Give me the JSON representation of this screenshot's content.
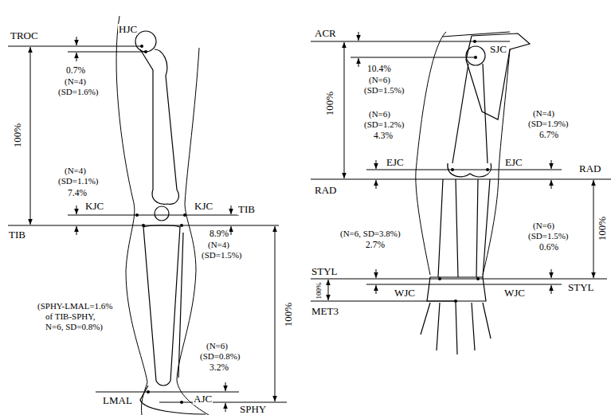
{
  "diagram": {
    "labels": [
      "TROC",
      "HJC",
      "100%",
      "0.7%",
      "(N=4)",
      "(SD=1.6%)",
      "(N=4)",
      "(SD=1.1%)",
      "7.4%",
      "KJC",
      "KJC",
      "TIB",
      "TIB",
      "8.9%",
      "(N=4)",
      "(SD=1.5%)",
      "100%",
      "(SPHY-LMAL=1.6%",
      "of TIB-SPHY,",
      "N=6, SD=0.8%)",
      "(N=6)",
      "(SD=0.8%)",
      "3.2%",
      "LMAL",
      "AJC",
      "SPHY",
      "ACR",
      "SJC",
      "10.4%",
      "(N=6)",
      "(SD=1.5%)",
      "100%",
      "(N=6)",
      "(SD=1.2%)",
      "4.3%",
      "(N=4)",
      "(SD=1.9%)",
      "6.7%",
      "EJC",
      "EJC",
      "RAD",
      "RAD",
      "100%",
      "(N=6, SD=3.8%)",
      "2.7%",
      "(N=6)",
      "(SD=1.5%)",
      "0.6%",
      "STYL",
      "STYL",
      "WJC",
      "WJC",
      "100%",
      "MET3"
    ]
  }
}
